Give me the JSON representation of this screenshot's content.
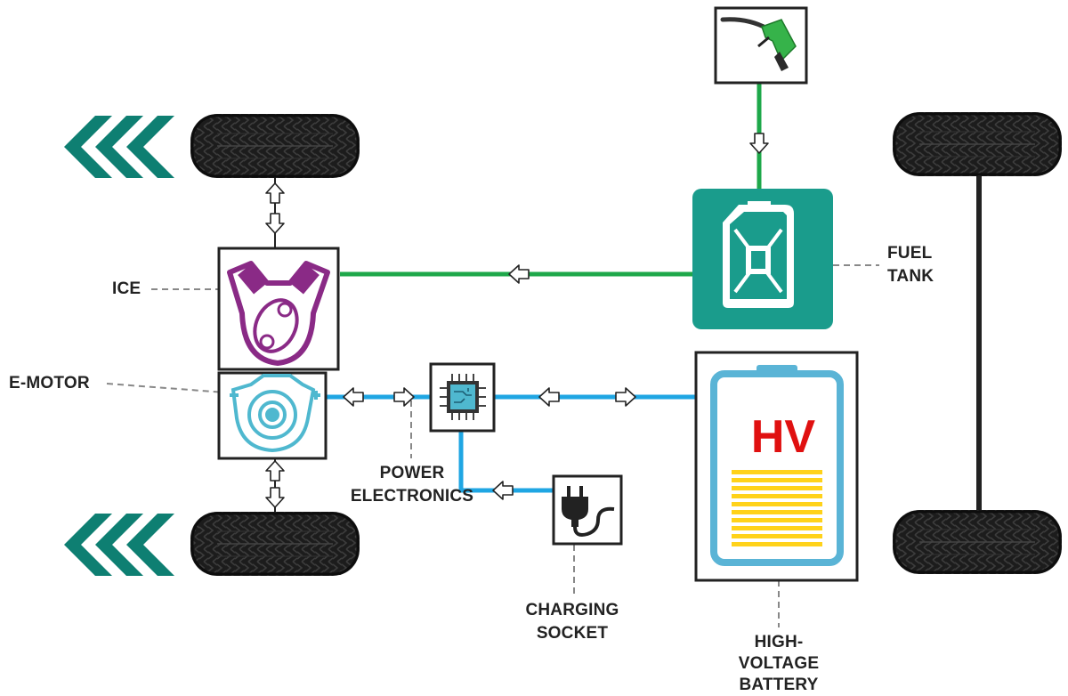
{
  "colors": {
    "green_line": "#1ea84a",
    "blue_line": "#1fa6e3",
    "box_border": "#222222",
    "fuel_tank_fill": "#1a9c8c",
    "ice_purple": "#8a2a86",
    "emotor_blue": "#4fb8cf",
    "battery_blue": "#5ab4d6",
    "hv_red": "#e01010",
    "battery_bars": "#ffd21a",
    "chevron_teal": "#0e7f72",
    "pump_green": "#36b34a",
    "axle": "#222222"
  },
  "labels": {
    "ice": "ICE",
    "emotor": "E-MOTOR",
    "fuel_tank": [
      "FUEL",
      "TANK"
    ],
    "power_electronics": [
      "POWER",
      "ELECTRONICS"
    ],
    "charging_socket": [
      "CHARGING",
      "SOCKET"
    ],
    "hv_battery": [
      "HIGH-",
      "VOLTAGE",
      "BATTERY"
    ],
    "hv_mark": "HV"
  },
  "icons": [
    "fuel-pump-nozzle-icon",
    "jerry-can-icon",
    "engine-icon",
    "emotor-icon",
    "chip-icon",
    "plug-icon",
    "battery-icon",
    "chevron-left-icon",
    "tire-icon"
  ]
}
